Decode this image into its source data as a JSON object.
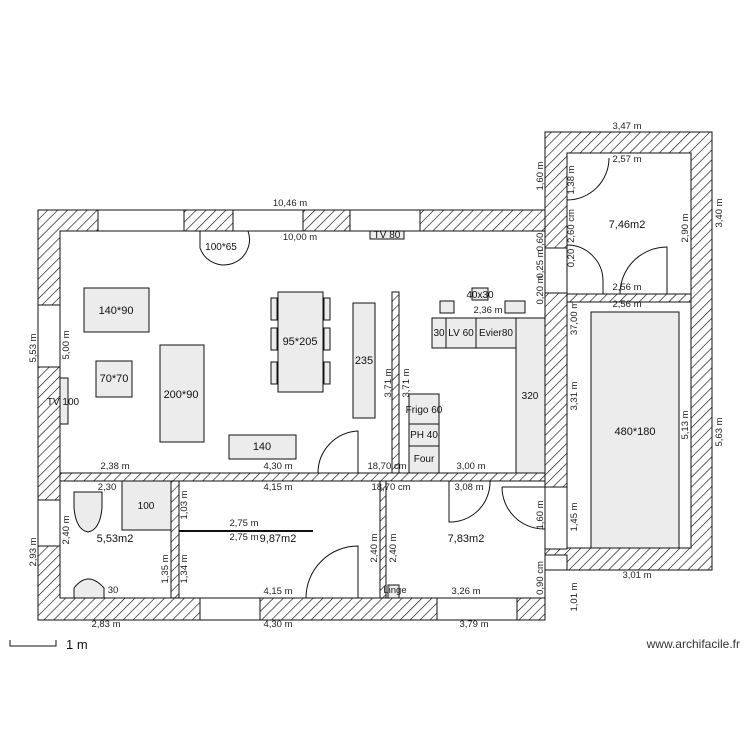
{
  "site": "www.archifacile.fr",
  "scale_label": "1 m",
  "rooms": {
    "bath_area": "5,53m2",
    "bedroom1_area": "9,87m2",
    "bedroom2_area": "7,83m2",
    "annex_area": "7,46m2"
  },
  "furniture": {
    "bed_140": "140*90",
    "pouf": "70*70",
    "sofa": "200*90",
    "table": "95*205",
    "bench": "235",
    "tv_stand": "140",
    "tv_left": "TV 100",
    "tv_top": "TV 80",
    "stove": "100*65",
    "sink_top": "40x30",
    "dishwasher": "LV 60",
    "sink": "Evier80",
    "cab30": "30",
    "fridge": "Frigo 60",
    "pantry": "PH 40",
    "oven": "Four",
    "counter": "320",
    "shower": "100",
    "wc_width": "30",
    "car": "480*180",
    "linge": "Linge"
  },
  "dims": {
    "top_outer": "10,46 m",
    "top_inner": "10,00 m",
    "annex_top_outer": "3,47 m",
    "annex_top_inner": "2,57 m",
    "annex_right_outer": "3,40 m",
    "annex_right_inner": "2,90 m",
    "annex_mid1": "2,56 m",
    "annex_mid2": "2,56 m",
    "annex_v1": "1,60 m",
    "annex_v2": "1,38 m",
    "annex_v3": "2,60 cm",
    "annex_v4": "0,60",
    "annex_v5": "0,20",
    "annex_v6": "0,25 m",
    "annex_v7": "0,20 m",
    "kitchen_top": "2,36 m",
    "garage_v": "37,00 m",
    "garage_v2": "3,31 m",
    "garage_right": "5,13 m",
    "garage_right_outer": "5,63 m",
    "garage_bottom": "3,01 m",
    "garage_v3": "1,45 m",
    "garage_v4": "1,01 m",
    "left_outer": "5,53 m",
    "left_inner": "5,00 m",
    "mid_2_38": "2,38 m",
    "mid_4_30": "4,30 m",
    "mid_18_70": "18,70 cm",
    "mid_3_00": "3,00 m",
    "mid_4_15": "4,15 m",
    "mid_18_70b": "18,70 cm",
    "mid_3_08": "3,08 m",
    "mid_2_30": "2,30",
    "wall_3_71a": "3,71 m",
    "wall_3_71b": "3,71 m",
    "bath_v": "2,40 m",
    "bath_left_outer": "2,93 m",
    "bath_1_03": "1,03 m",
    "bath_1_35": "1,35 m",
    "bath_1_34": "1,34 m",
    "b1_2_75a": "2,75 m",
    "b1_2_75b": "2,75 m",
    "b1_4_15": "4,15 m",
    "b1_2_40a": "2,40 m",
    "b1_2_40b": "2,40 m",
    "b2_1_60": "1,60 m",
    "b2_0_90": "0,90 cm",
    "b2_3_26": "3,26 m",
    "bot_2_83": "2,83 m",
    "bot_4_30": "4,30 m",
    "bot_3_79": "3,79 m"
  }
}
